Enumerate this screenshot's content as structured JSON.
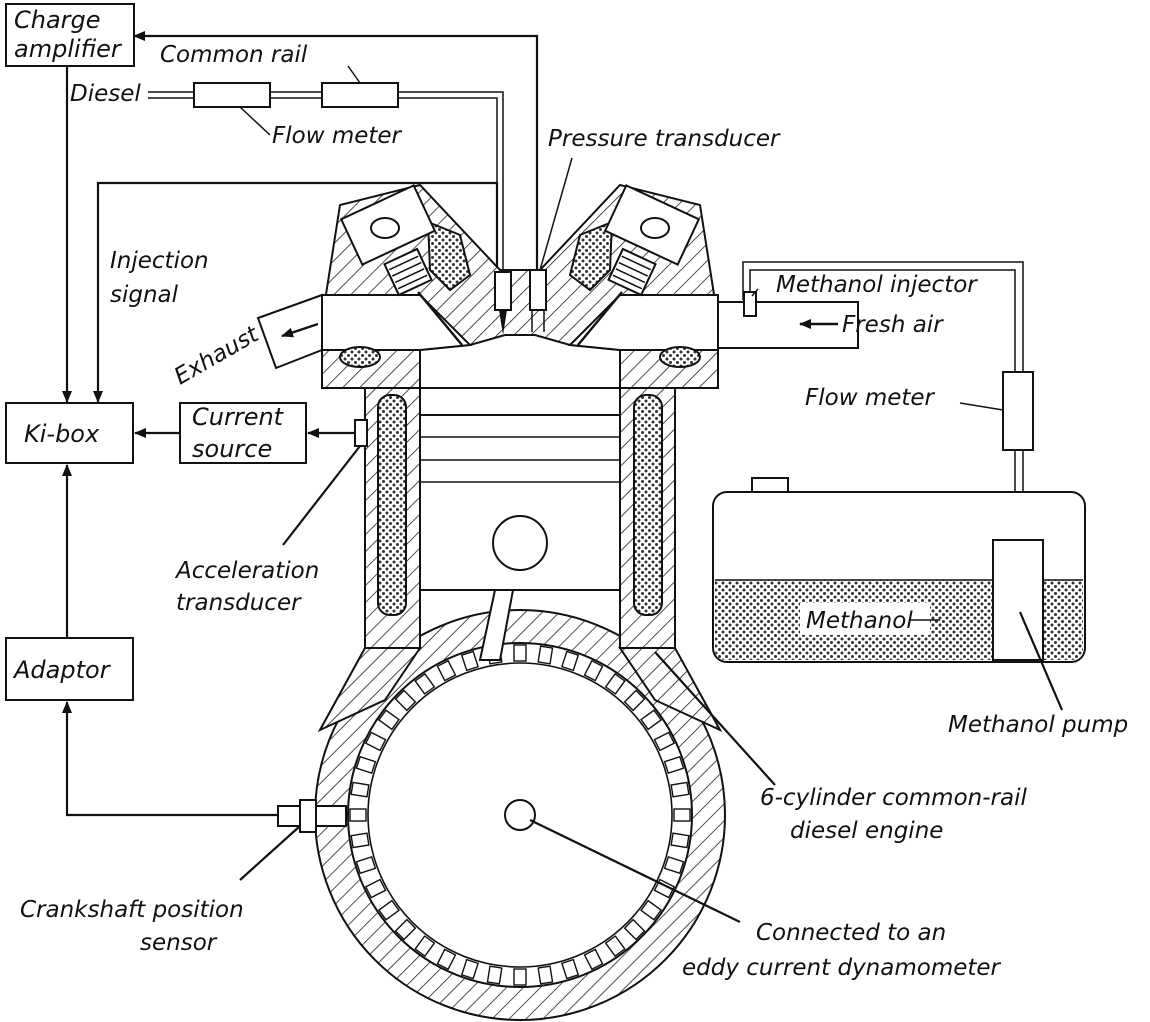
{
  "labels": {
    "charge_amplifier_1": "Charge",
    "charge_amplifier_2": "amplifier",
    "common_rail": "Common rail",
    "diesel": "Diesel",
    "flow_meter_top": "Flow meter",
    "pressure_transducer": "Pressure transducer",
    "injection_signal_1": "Injection",
    "injection_signal_2": "signal",
    "exhaust": "Exhaust",
    "methanol_injector": "Methanol injector",
    "fresh_air": "Fresh air",
    "ki_box": "Ki-box",
    "current_source_1": "Current",
    "current_source_2": "source",
    "flow_meter_right": "Flow meter",
    "acceleration_transducer_1": "Acceleration",
    "acceleration_transducer_2": "transducer",
    "methanol": "Methanol",
    "adaptor": "Adaptor",
    "methanol_pump": "Methanol pump",
    "engine_1": "6-cylinder common-rail",
    "engine_2": "diesel engine",
    "crankshaft_1": "Crankshaft position",
    "crankshaft_2": "sensor",
    "dyno_1": "Connected to an",
    "dyno_2": "eddy current dynamometer"
  }
}
